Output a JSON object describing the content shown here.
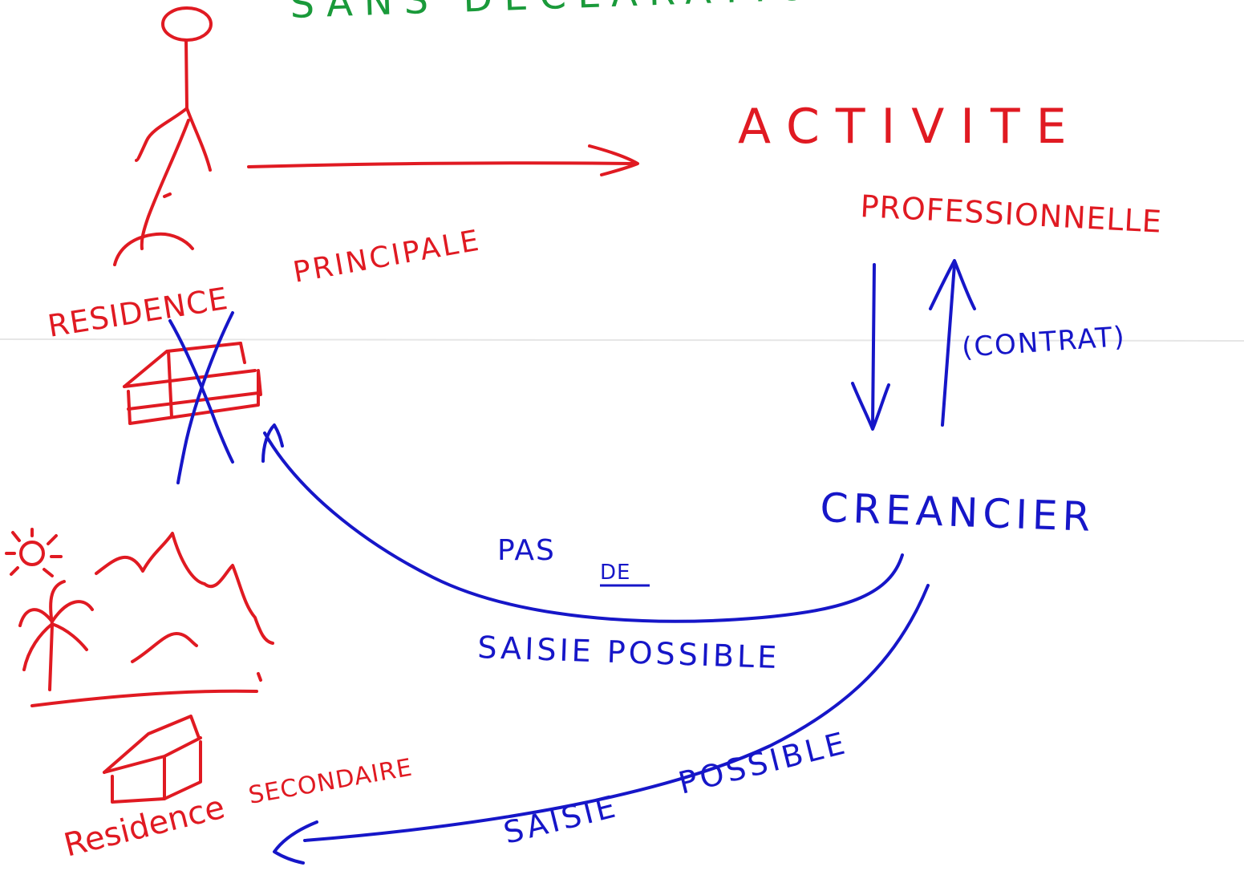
{
  "colors": {
    "red_ink": "#e01a22",
    "blue_ink": "#1616c8",
    "green_ink": "#1a9a3a"
  },
  "labels": {
    "top_note": "SANS DECLARATION",
    "activite": "ACTIVITE",
    "professionnelle": "PROFESSIONNELLE",
    "principale": "PRINCIPALE",
    "residence_principale": "RESIDENCE",
    "contrat": "(CONTRAT)",
    "creancier": "CREANCIER",
    "pas": "PAS",
    "de": "DE",
    "saisie_possible_1": "SAISIE POSSIBLE",
    "saisie_possible_2a": "SAISIE",
    "saisie_possible_2b": "POSSIBLE",
    "residence_secondaire_a": "Residence",
    "residence_secondaire_b": "SECONDAIRE"
  },
  "icons": {
    "person": "stick-figure-icon",
    "main_house": "house-crossed-out-icon",
    "landscape": "mountain-landscape-icon",
    "second_house": "house-icon"
  }
}
